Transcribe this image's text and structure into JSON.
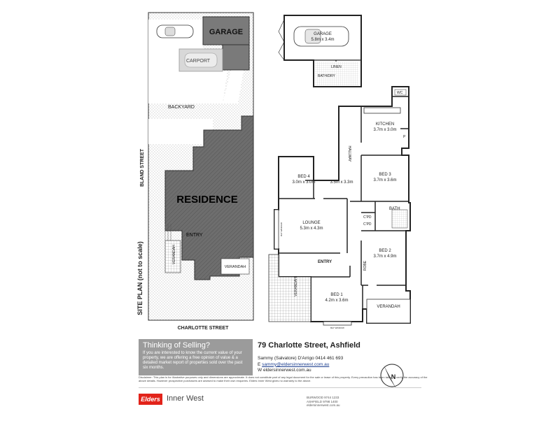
{
  "site_plan": {
    "title": "SITE PLAN (not to scale)",
    "bland_street": "BLAND STREET",
    "charlotte_street": "CHARLOTTE STREET",
    "garage": "GARAGE",
    "carport": "CARPORT",
    "backyard": "BACKYARD",
    "residence": "RESIDENCE",
    "entry": "ENTRY",
    "verandah_side": "VERANDAH",
    "verandah_front": "VERANDAH"
  },
  "floor_plan": {
    "garage": {
      "name": "GARAGE",
      "size": "5.8m x 3.4m"
    },
    "linen": "LINEN",
    "bath_dry": "BATH/DRY",
    "wc": "WC",
    "kitchen": {
      "name": "KITCHEN",
      "size": "3.7m x 3.0m"
    },
    "pantry": "P",
    "hallway": "HALLWAY",
    "bed4": {
      "name": "BED 4",
      "size": "3.0m x 3.0m"
    },
    "dining": {
      "size": "3.5m x 3.3m"
    },
    "bed3": {
      "name": "BED 3",
      "size": "3.7m x 3.6m"
    },
    "bath": "BATH",
    "lounge": {
      "name": "LOUNGE",
      "size": "5.3m x 4.3m"
    },
    "bay_window": "BAY WINDOW",
    "cpd1": "C'PD",
    "cpd2": "C'PD",
    "bed2": {
      "name": "BED 2",
      "size": "3.7m x 4.9m"
    },
    "robe": "ROBE",
    "entry": "ENTRY",
    "verandah_left": "VERANDAH",
    "bed1": {
      "name": "BED 1",
      "size": "4.2m x 3.6m"
    },
    "bay_window_2": "BAY WINDOW",
    "verandah_right": "VERANDAH",
    "compass": "N"
  },
  "sell": {
    "title": "Thinking of Selling?",
    "body": "If you are interested to know the current value of your property, we are offering a free opinion of value & a detailed market report of properties sold over the past six months."
  },
  "address": "79 Charlotte Street, Ashfield",
  "agent": {
    "name": "Sammy (Salvatore) D'Arrigo   0414 461 693",
    "email_label": "E",
    "email": "sammy@eldersinnerwest.com.au",
    "web_label": "W",
    "web": "eldersinnerwest.com.au"
  },
  "disclaimer": "Disclaimer: This plan is for illustrative purposes only and dimensions are approximate. It does not constitute part of any legal document for the sale or lease of this property. Every precaution has been taken to verify the accuracy of the above details. However prospective purchasers are advised to make their own enquiries. Elders Inner West gives no warranty to the above.",
  "brand": {
    "logo": "Elders",
    "name": "Inner West"
  },
  "office": {
    "line1": "BURWOOD   9744 1233",
    "line2": "ASHFIELD   9798 1400",
    "line3": "eldersinnerwest.com.au"
  },
  "colors": {
    "residence": "#6e6e6e",
    "garage": "#7a7a7a",
    "walls": "#222222",
    "brand_red": "#e2231a",
    "sell_bg": "#9b9b9b"
  }
}
